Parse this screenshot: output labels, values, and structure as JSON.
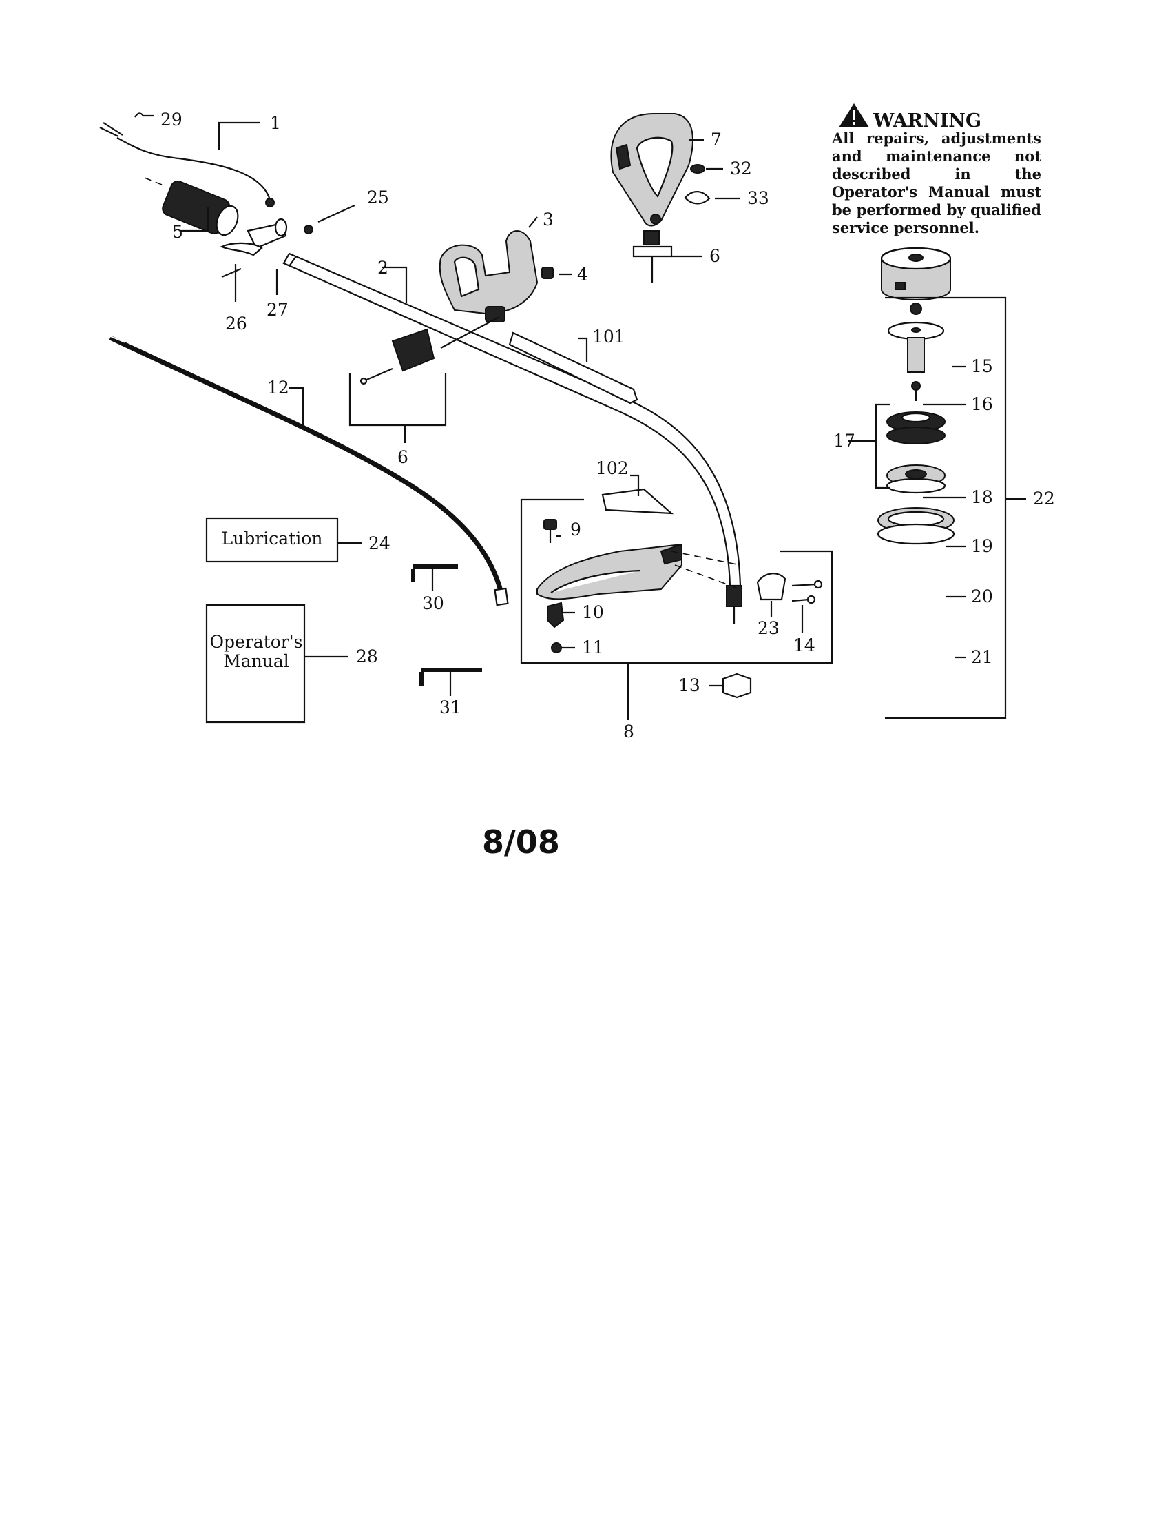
{
  "warning": {
    "title": "WARNING",
    "text": "All repairs, adjustments and maintenance not described in the Operator's Manual must be performed by qualified service personnel."
  },
  "boxes": {
    "lubrication": "Lubrication",
    "manual_line1": "Operator's",
    "manual_line2": "Manual"
  },
  "callouts": {
    "n1": "1",
    "n2": "2",
    "n3": "3",
    "n4": "4",
    "n5": "5",
    "n6a": "6",
    "n6b": "6",
    "n7": "7",
    "n8": "8",
    "n9": "9",
    "n10": "10",
    "n11": "11",
    "n12": "12",
    "n13": "13",
    "n14": "14",
    "n15": "15",
    "n16": "16",
    "n17": "17",
    "n18": "18",
    "n19": "19",
    "n20": "20",
    "n21": "21",
    "n22": "22",
    "n23": "23",
    "n24": "24",
    "n25": "25",
    "n26": "26",
    "n27": "27",
    "n28": "28",
    "n29": "29",
    "n30": "30",
    "n31": "31",
    "n32": "32",
    "n33": "33",
    "n101": "101",
    "n102": "102"
  },
  "date": "8/08"
}
